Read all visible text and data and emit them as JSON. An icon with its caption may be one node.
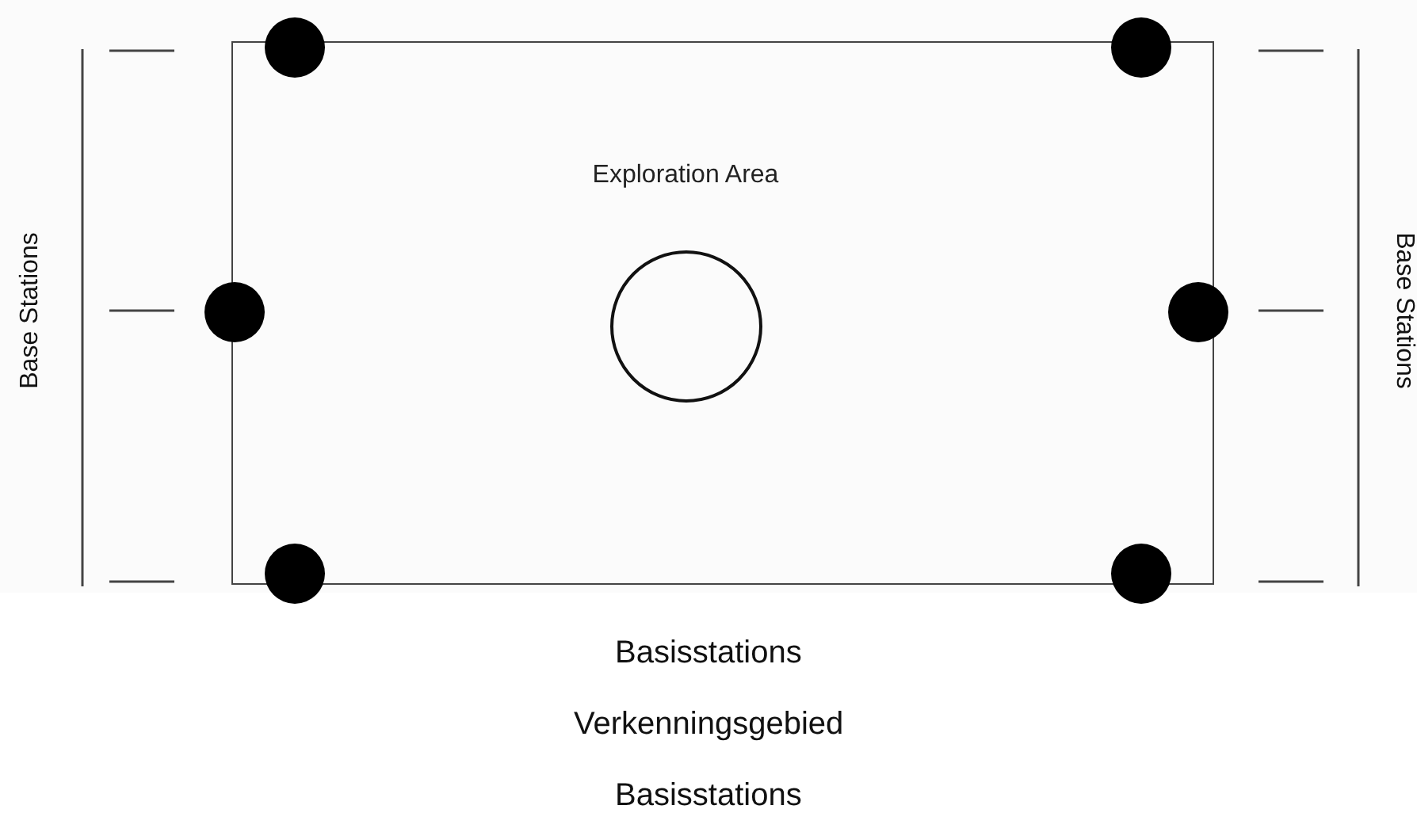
{
  "diagram": {
    "nodes": [
      {
        "text": [],
        "shape": "box"
      },
      {
        "text": [
          "Exploration Area"
        ],
        "in": 0
      },
      {
        "text": [],
        "shape": "circle"
      },
      {
        "text": [],
        "shape": "circle"
      },
      {
        "text": [],
        "shape": "circle"
      },
      {
        "text": [],
        "shape": "circle"
      },
      {
        "text": [],
        "shape": "circle"
      },
      {
        "text": [],
        "shape": "circle"
      }
    ],
    "edges": [],
    "labels": [
      "Base Stations",
      "Base Stations",
      "Basisstations",
      "Verkenningsgebied",
      "Basisstations"
    ]
  }
}
